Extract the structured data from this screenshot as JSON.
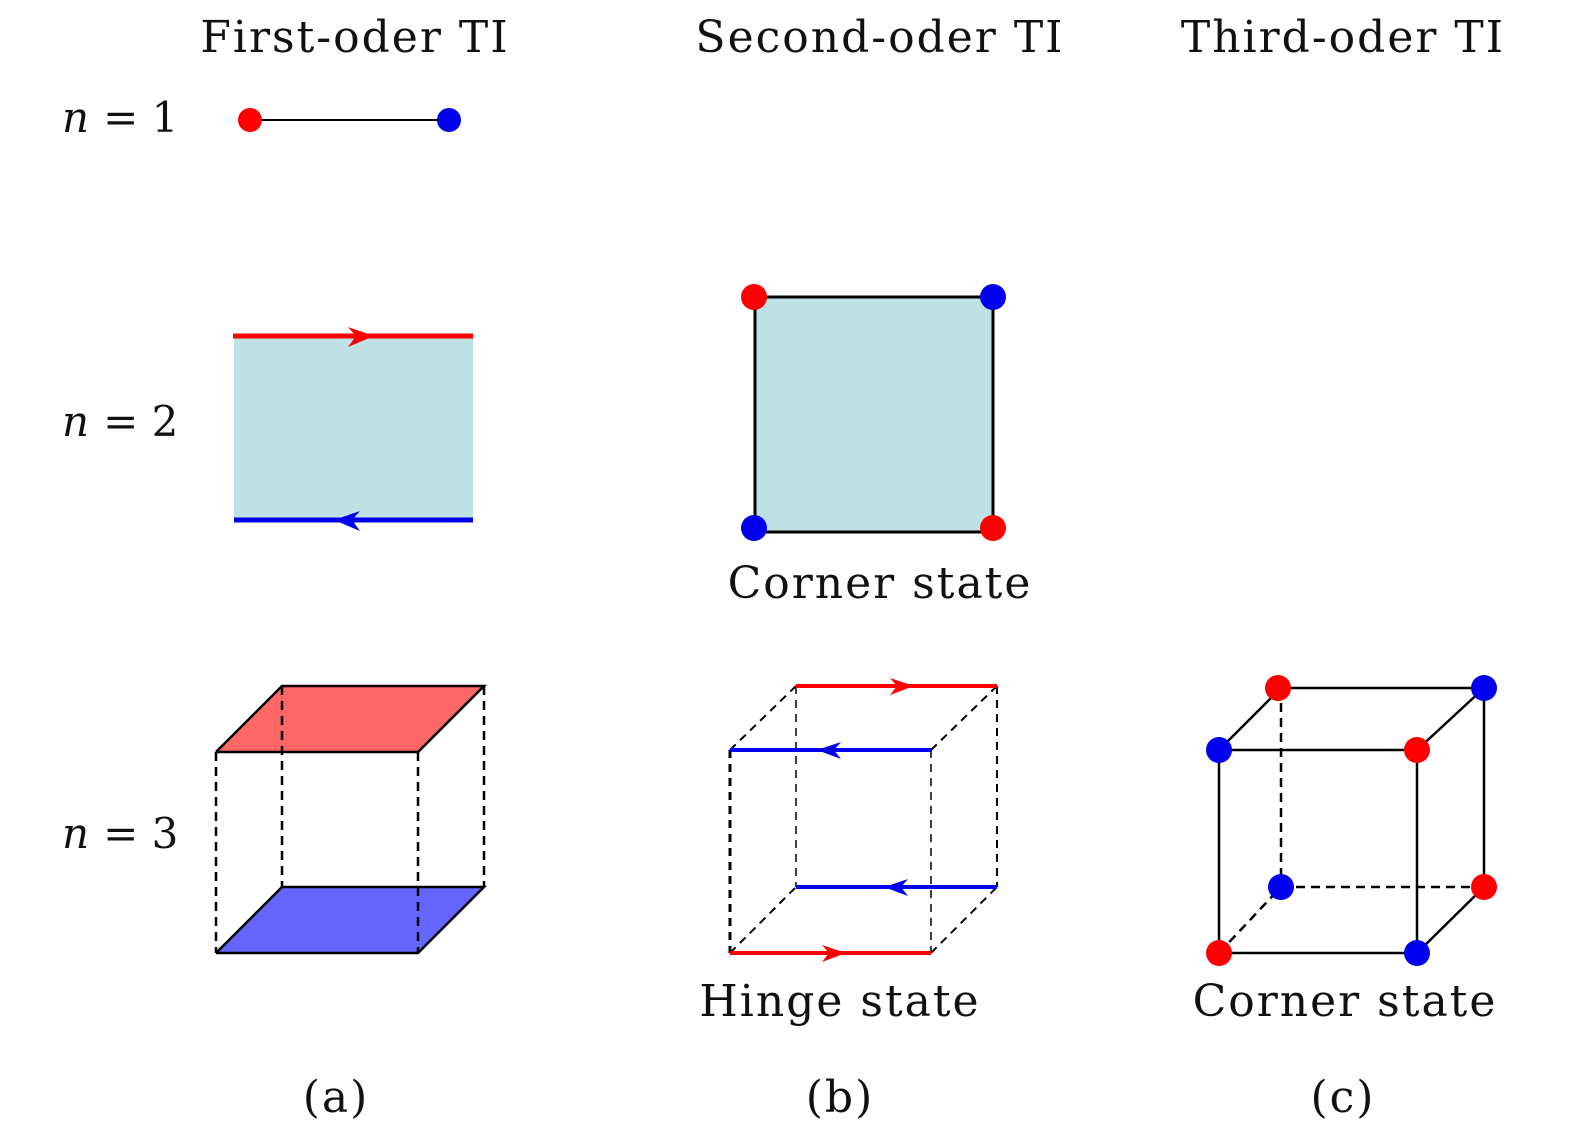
{
  "columns": [
    {
      "header": "First-oder TI",
      "caption": "(a)"
    },
    {
      "header": "Second-oder TI",
      "caption": "(b)"
    },
    {
      "header": "Third-oder TI",
      "caption": "(c)"
    }
  ],
  "rows": [
    {
      "var": "n",
      "eq": "= 1"
    },
    {
      "var": "n",
      "eq": "= 2"
    },
    {
      "var": "n",
      "eq": "= 3"
    }
  ],
  "annotations": {
    "second_order_2d": "Corner state",
    "second_order_3d": "Hinge state",
    "third_order_3d": "Corner state"
  },
  "colors": {
    "red": "#ff0000",
    "blue": "#0000ee",
    "surface_fill": "#bde1e4",
    "top_face": "#ff6666",
    "bottom_face": "#6666ff",
    "line": "#000000"
  }
}
